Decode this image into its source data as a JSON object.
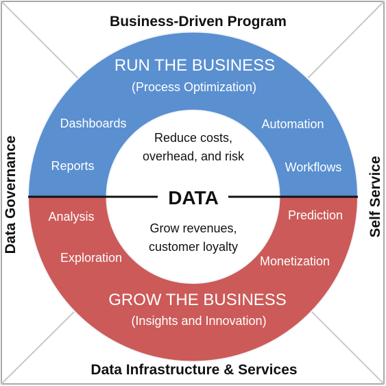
{
  "frame": {
    "top": "Business-Driven Program",
    "bottom": "Data Infrastructure & Services",
    "left": "Data Governance",
    "right": "Self Service"
  },
  "run": {
    "title": "RUN THE BUSINESS",
    "subtitle": "(Process Optimization)",
    "items": [
      "Dashboards",
      "Automation",
      "Reports",
      "Workflows"
    ],
    "center_line1": "Reduce costs,",
    "center_line2": "overhead, and risk"
  },
  "grow": {
    "title": "GROW THE BUSINESS",
    "subtitle": "(Insights and Innovation)",
    "items": [
      "Analysis",
      "Prediction",
      "Exploration",
      "Monetization"
    ],
    "center_line1": "Grow revenues,",
    "center_line2": "customer loyalty"
  },
  "center": {
    "label": "DATA"
  },
  "colors": {
    "run_fill": "#5a8fd0",
    "grow_fill": "#cc5a58",
    "ring_stroke": "#f2f4f8",
    "frame_stroke": "#8c8c8c",
    "diagonal": "#c8c8c8"
  }
}
